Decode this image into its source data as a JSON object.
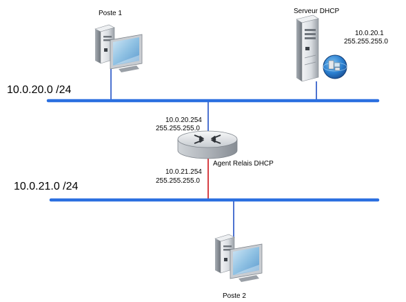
{
  "nodes": {
    "poste1": {
      "label": "Poste 1"
    },
    "serveur": {
      "label": "Serveur DHCP",
      "ip": "10.0.20.1",
      "mask": "255.255.255.0"
    },
    "router": {
      "label": "Agent Relais DHCP",
      "top": {
        "ip": "10.0.20.254",
        "mask": "255.255.255.0"
      },
      "bottom": {
        "ip": "10.0.21.254",
        "mask": "255.255.255.0"
      }
    },
    "poste2": {
      "label": "Poste 2"
    }
  },
  "networks": {
    "net1": {
      "label": "10.0.20.0 /24"
    },
    "net2": {
      "label": "10.0.21.0 /24"
    }
  },
  "colors": {
    "bus": "#2b6fe0",
    "link": "#1f4fc4",
    "link_red": "#d1282e",
    "device_light": "#e8ebee",
    "device_mid": "#b9bec4",
    "device_dark": "#6d737a",
    "screen": "#9fcbe6"
  }
}
